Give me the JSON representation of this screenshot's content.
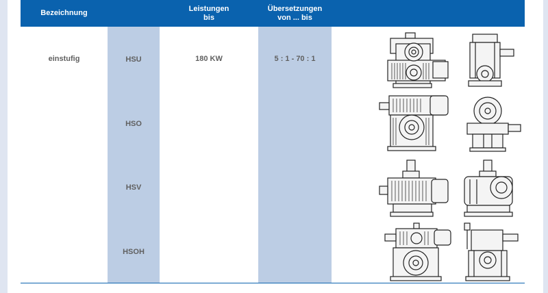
{
  "table": {
    "headers": {
      "designation": "Bezeichnung",
      "power_line1": "Leistungen",
      "power_line2": "bis",
      "ratio_line1": "Übersetzungen",
      "ratio_line2": "von ... bis"
    },
    "stage": "einstufig",
    "power": "180 KW",
    "ratio": "5 : 1 - 70 : 1",
    "models": [
      "HSU",
      "HSO",
      "HSV",
      "HSOH"
    ]
  },
  "colors": {
    "header_bg": "#0a62ae",
    "stripe_bg": "#bccde4",
    "page_bg": "#dfe5f1"
  },
  "icons": [
    "gear-unit-hsu-front-icon",
    "gear-unit-hsu-side-icon",
    "gear-unit-hso-front-icon",
    "gear-unit-hso-side-icon",
    "gear-unit-hsv-front-icon",
    "gear-unit-hsv-side-icon",
    "gear-unit-hsoh-front-icon",
    "gear-unit-hsoh-side-icon"
  ]
}
